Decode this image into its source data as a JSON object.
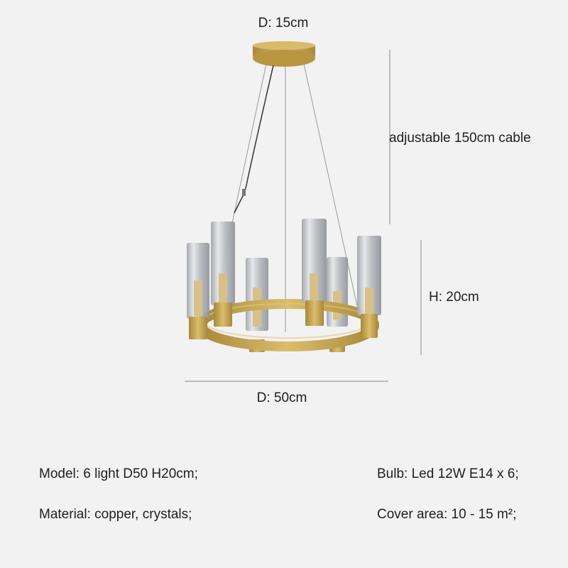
{
  "dimensions": {
    "canopy_diameter": "D: 15cm",
    "cable": "adjustable 150cm cable",
    "height": "H: 20cm",
    "diameter": "D: 50cm"
  },
  "specs": {
    "model": "Model: 6 light D50 H20cm;",
    "material": "Material: copper, crystals;",
    "bulb": "Bulb: Led 12W E14 x 6;",
    "cover_area": "Cover area: 10 - 15 m²;"
  },
  "colors": {
    "background": "#f2f2f2",
    "brass": "#c9a54e",
    "glass": "#b9bcc0",
    "text": "#1e1e1e"
  }
}
